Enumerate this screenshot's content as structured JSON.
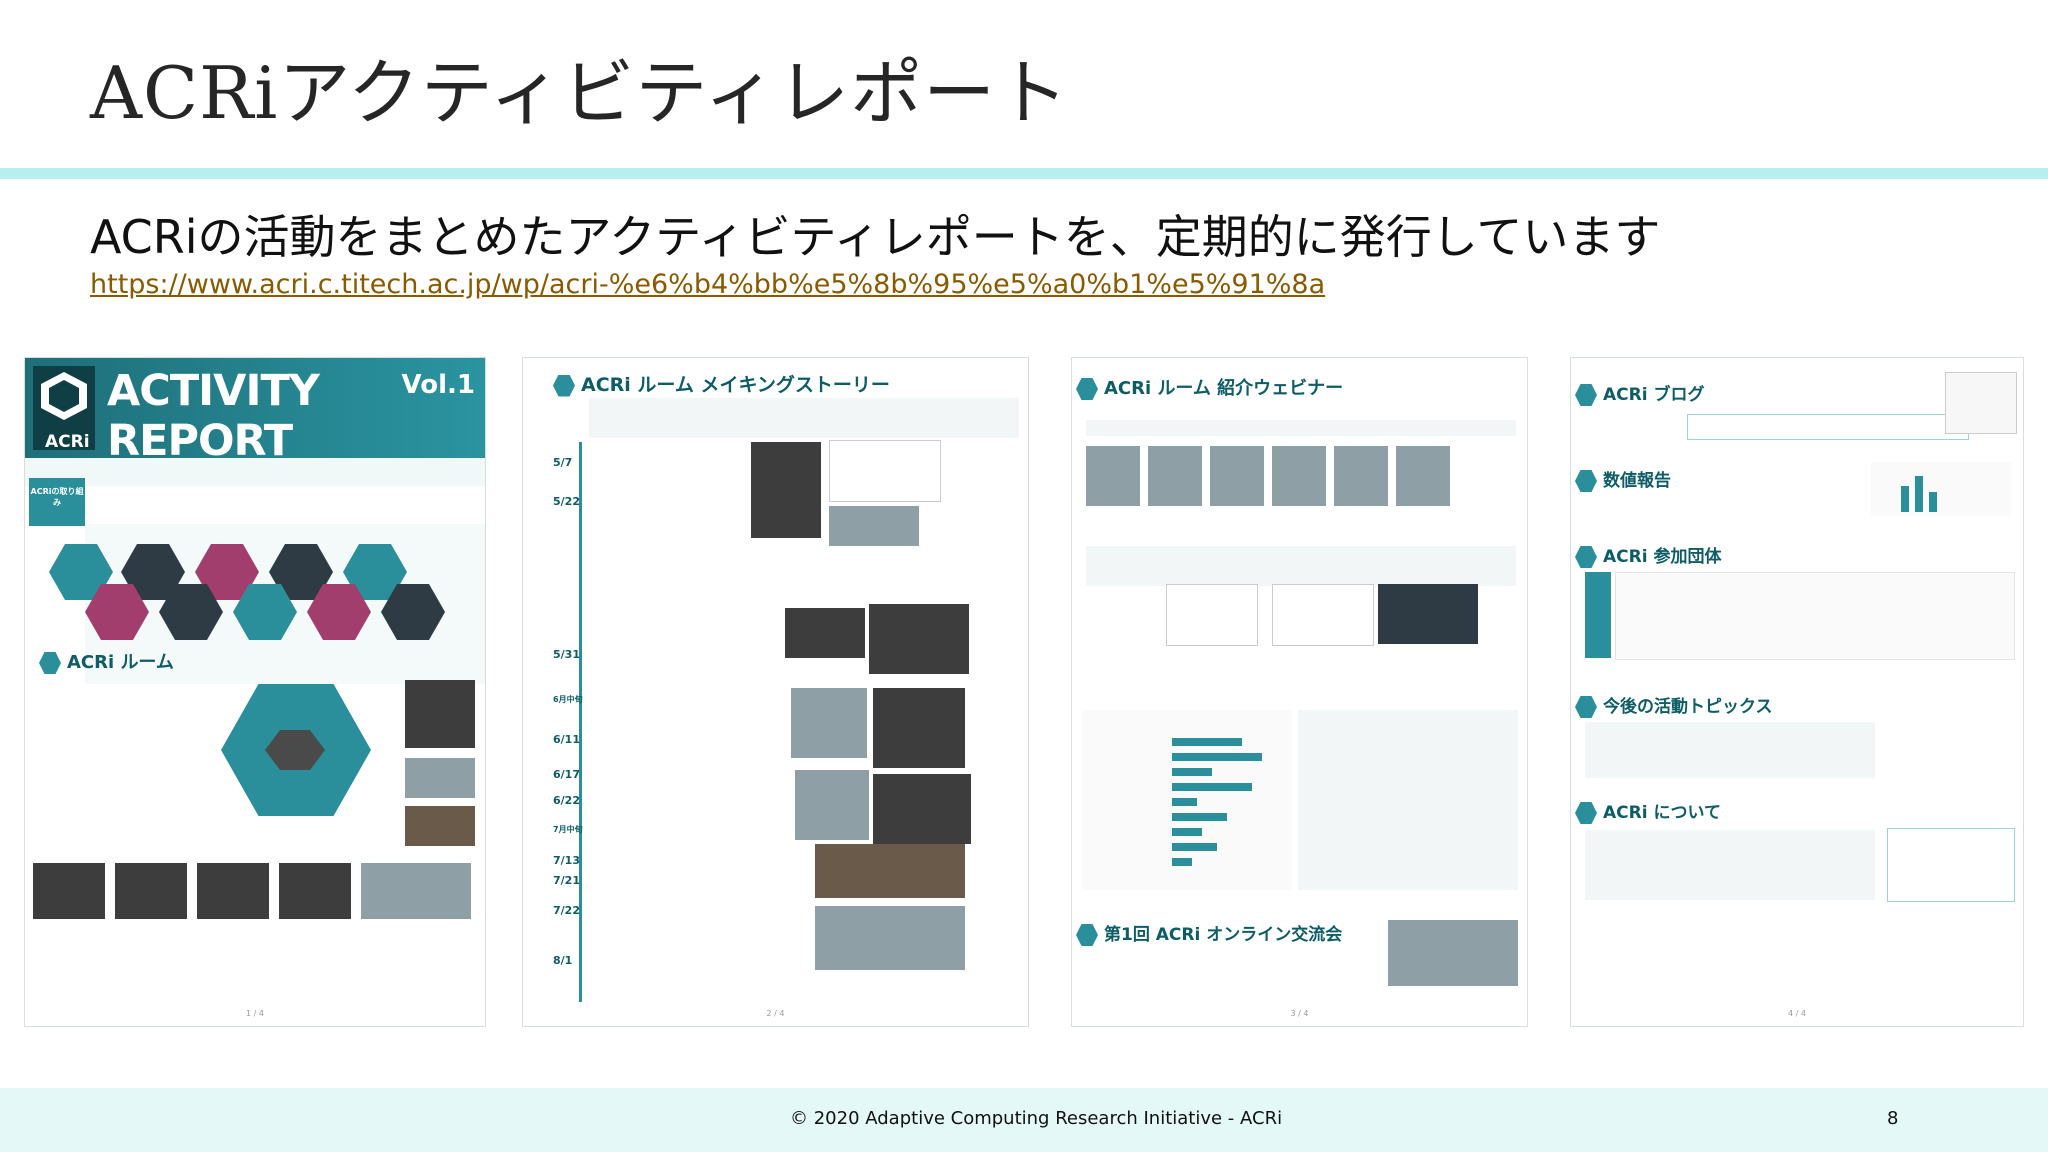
{
  "slide": {
    "title": "ACRiアクティビティレポート",
    "subtitle": "ACRiの活動をまとめたアクティビティレポートを、定期的に発行しています",
    "link": "https://www.acri.c.titech.ac.jp/wp/acri-%e6%b4%bb%e5%8b%95%e5%a0%b1%e5%91%8a",
    "footer": "© 2020 Adaptive Computing Research Initiative - ACRi",
    "page_number": "8"
  },
  "report": {
    "page1": {
      "banner_title": "ACTIVITY REPORT",
      "volume": "Vol.1",
      "logo": "ACRi",
      "section1": "ACRiの取り組み",
      "section2": "ACRi ルーム",
      "page_no": "1 / 4"
    },
    "page2": {
      "header": "ACRi ルーム メイキングストーリー",
      "dates": [
        "5/7",
        "5/22",
        "5/31",
        "6月中旬",
        "6/11",
        "6/17",
        "6/22",
        "7月中旬",
        "7/13",
        "7/21",
        "7/22",
        "8/1"
      ],
      "page_no": "2 / 4"
    },
    "page3": {
      "header": "ACRi ルーム 紹介ウェビナー",
      "section2": "第1回 ACRi オンライン交流会",
      "page_no": "3 / 4"
    },
    "page4": {
      "header1": "ACRi ブログ",
      "header2": "数値報告",
      "header3": "ACRi 参加団体",
      "header4": "今後の活動トピックス",
      "header5": "ACRi について",
      "page_no": "4 / 4"
    }
  }
}
